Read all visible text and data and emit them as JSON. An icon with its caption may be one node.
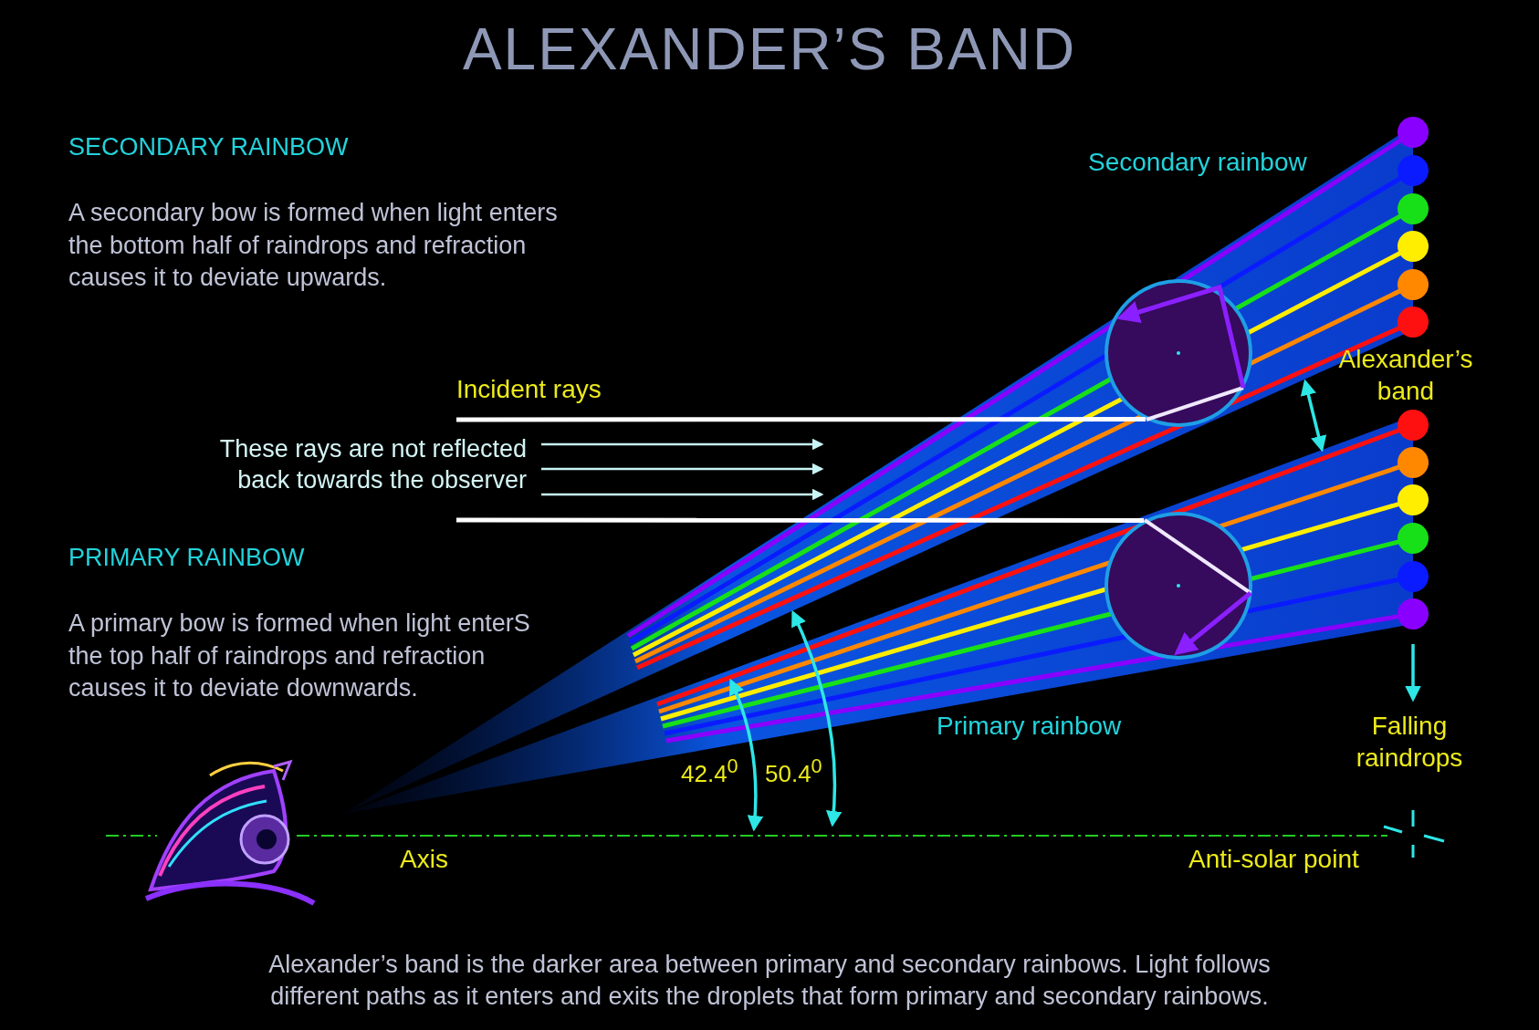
{
  "diagram": {
    "title": "ALEXANDER’S BAND",
    "caption": "Alexander’s band is the darker area between primary and secondary rainbows. Light follows different paths as it enters and exits the droplets that form primary and secondary rainbows.",
    "nodes": [
      {
        "text": [],
        "shape": "circle"
      },
      {
        "text": [],
        "shape": "circle"
      }
    ],
    "edges": [
      {
        "from": null,
        "to": 0,
        "arrow": "none"
      },
      {
        "from": null,
        "to": 1,
        "arrow": "none"
      }
    ],
    "labels": [
      "SECONDARY RAINBOW",
      "A secondary bow is formed when light enters the bottom half of raindrops and refraction causes it to deviate upwards.",
      "Secondary rainbow",
      "Alexander’s band",
      "Incident rays",
      "These rays are not reflected back towards the observer",
      "PRIMARY RAINBOW",
      "A primary bow is formed when light enterS the top half of raindrops and refraction causes it to deviate downwards.",
      "Primary rainbow",
      "Falling raindrops",
      "42.4$^{0}$",
      "50.4$^{0}$",
      "Axis",
      "Anti-solar point"
    ]
  }
}
